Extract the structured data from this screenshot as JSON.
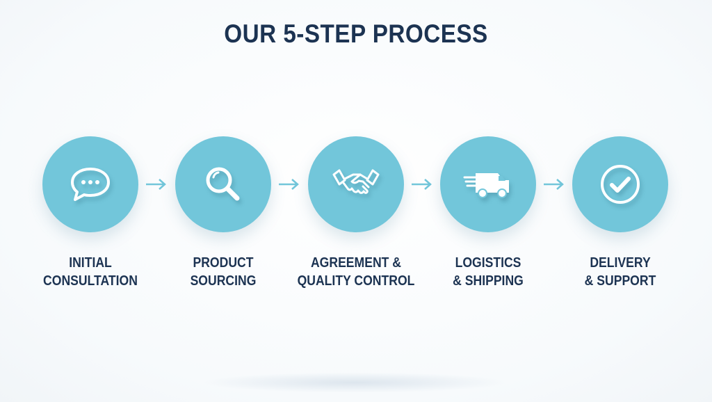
{
  "title": "OUR 5-STEP PROCESS",
  "accent_color": "#72c6da",
  "text_color": "#1c3352",
  "steps": [
    {
      "icon": "speech-bubble-icon",
      "line1": "INITIAL",
      "line2": "CONSULTATION"
    },
    {
      "icon": "magnifier-icon",
      "line1": "PRODUCT",
      "line2": "SOURCING"
    },
    {
      "icon": "handshake-icon",
      "line1": "AGREEMENT &",
      "line2": "QUALITY CONTROL"
    },
    {
      "icon": "delivery-truck-icon",
      "line1": "LOGISTICS",
      "line2": "& SHIPPING"
    },
    {
      "icon": "checkmark-circle-icon",
      "line1": "DELIVERY",
      "line2": "& SUPPORT"
    }
  ]
}
